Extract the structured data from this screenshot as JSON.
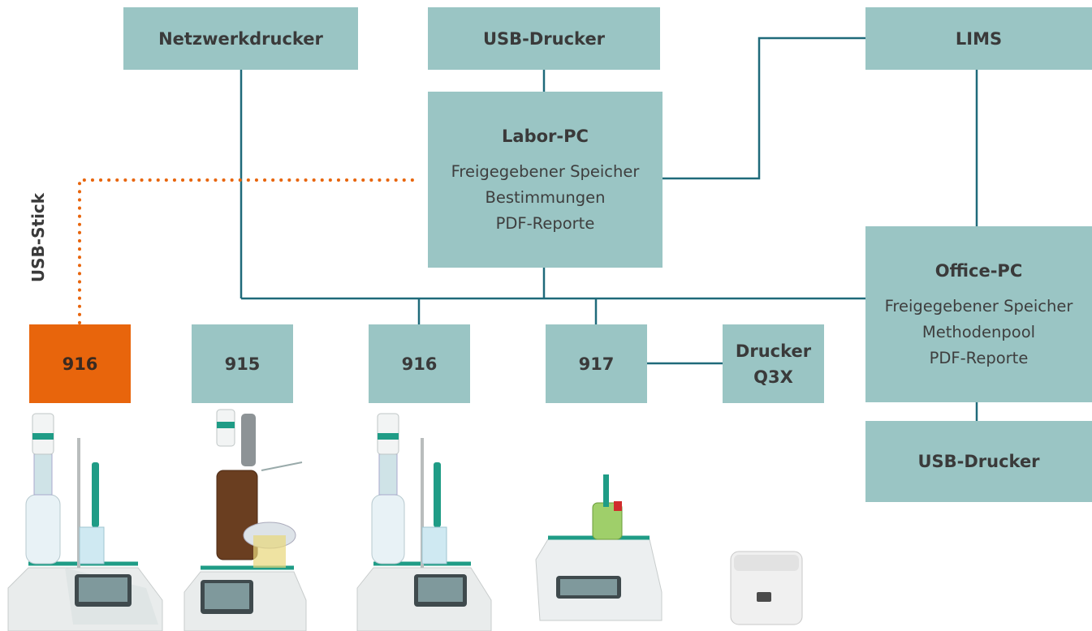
{
  "nodes": {
    "network_printer": "Netzwerkdrucker",
    "usb_printer_top": "USB-Drucker",
    "lims": "LIMS",
    "labor_pc": {
      "title": "Labor-PC",
      "lines": [
        "Freigegebener Speicher",
        "Bestimmungen",
        "PDF-Reporte"
      ]
    },
    "office_pc": {
      "title": "Office-PC",
      "lines": [
        "Freigegebener Speicher",
        "Methodenpool",
        "PDF-Reporte"
      ]
    },
    "usb_printer_bottom": "USB-Drucker",
    "device_916_standalone": "916",
    "device_915": "915",
    "device_916": "916",
    "device_917": "917",
    "printer_q3x": [
      "Drucker",
      "Q3X"
    ]
  },
  "usb_stick_label": "USB-Stick",
  "colors": {
    "box": "#9ac5c4",
    "standalone": "#e8650c",
    "line": "#1f6a7a",
    "usb_link": "#e8650c"
  },
  "images": {
    "device_1": "titrator-916-icon",
    "device_2": "titrator-915-icon",
    "device_3": "titrator-916-icon",
    "device_4": "titrator-917-icon",
    "device_5": "printer-icon"
  }
}
